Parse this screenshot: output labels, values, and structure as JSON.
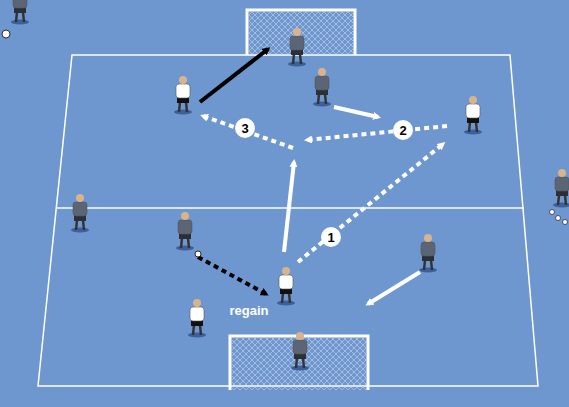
{
  "diagram": {
    "labels": [
      "3",
      "2",
      "1",
      "regain"
    ]
  }
}
